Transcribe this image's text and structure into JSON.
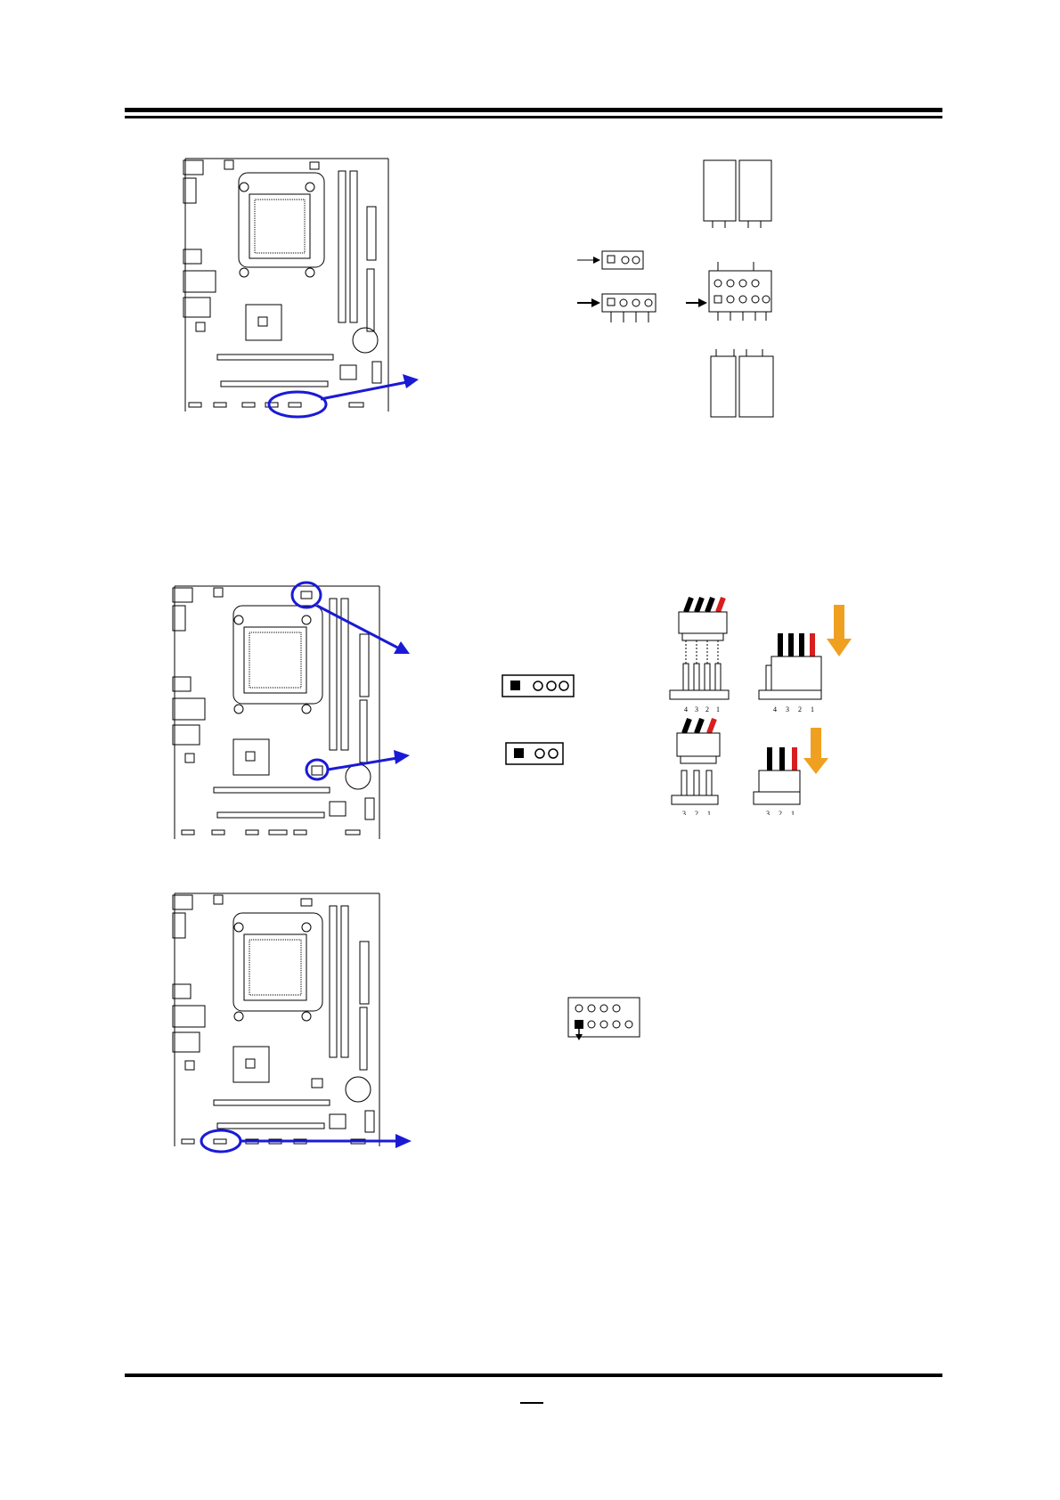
{
  "page": {
    "number": "",
    "colors": {
      "accent": "#1a1ad6",
      "fan_red": "#d91e1e",
      "fan_arrow": "#f0a020",
      "ink": "#000000"
    }
  },
  "sections": [
    {
      "id": "usb-headers",
      "board_icon": "motherboard-layout-icon",
      "pinout_icons": [
        "header-3pin-icon",
        "header-4pin-icon",
        "header-2x5-icon",
        "cable-plug-icon"
      ]
    },
    {
      "id": "fan-headers",
      "board_icon": "motherboard-layout-icon",
      "pinout_icons": [
        "header-4pin-icon",
        "header-3pin-icon"
      ],
      "fan_labels_4pin": [
        "4",
        "3",
        "2",
        "1"
      ],
      "fan_labels_3pin": [
        "3",
        "2",
        "1"
      ]
    },
    {
      "id": "front-panel-header",
      "board_icon": "motherboard-layout-icon",
      "pinout_icons": [
        "header-2x5-icon"
      ]
    }
  ]
}
